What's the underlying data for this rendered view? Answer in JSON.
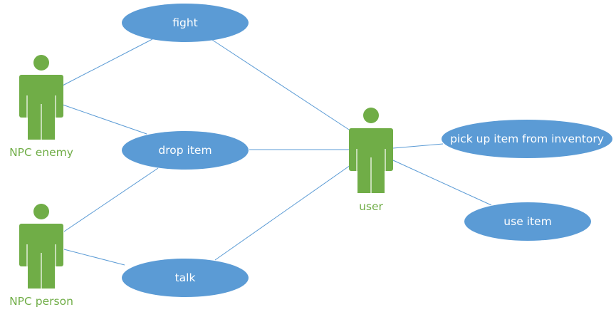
{
  "colors": {
    "usecase_fill": "#5b9bd5",
    "usecase_text": "#ffffff",
    "actor_fill": "#70ad47",
    "actor_text": "#70ad47",
    "connector": "#5b9bd5"
  },
  "actors": [
    {
      "id": "npc_enemy",
      "label": "NPC enemy",
      "icon": "person-icon"
    },
    {
      "id": "npc_person",
      "label": "NPC person",
      "icon": "person-icon"
    },
    {
      "id": "user",
      "label": "user",
      "icon": "person-icon"
    }
  ],
  "use_cases": [
    {
      "id": "fight",
      "label": "fight"
    },
    {
      "id": "drop_item",
      "label": "drop item"
    },
    {
      "id": "talk",
      "label": "talk"
    },
    {
      "id": "pick_up_item",
      "label": "pick up item from inventory"
    },
    {
      "id": "use_item",
      "label": "use item"
    }
  ],
  "associations": [
    {
      "from": "npc_enemy",
      "to": "fight"
    },
    {
      "from": "npc_enemy",
      "to": "drop_item"
    },
    {
      "from": "npc_person",
      "to": "drop_item"
    },
    {
      "from": "npc_person",
      "to": "talk"
    },
    {
      "from": "user",
      "to": "fight"
    },
    {
      "from": "user",
      "to": "drop_item"
    },
    {
      "from": "user",
      "to": "talk"
    },
    {
      "from": "user",
      "to": "pick_up_item"
    },
    {
      "from": "user",
      "to": "use_item"
    }
  ]
}
